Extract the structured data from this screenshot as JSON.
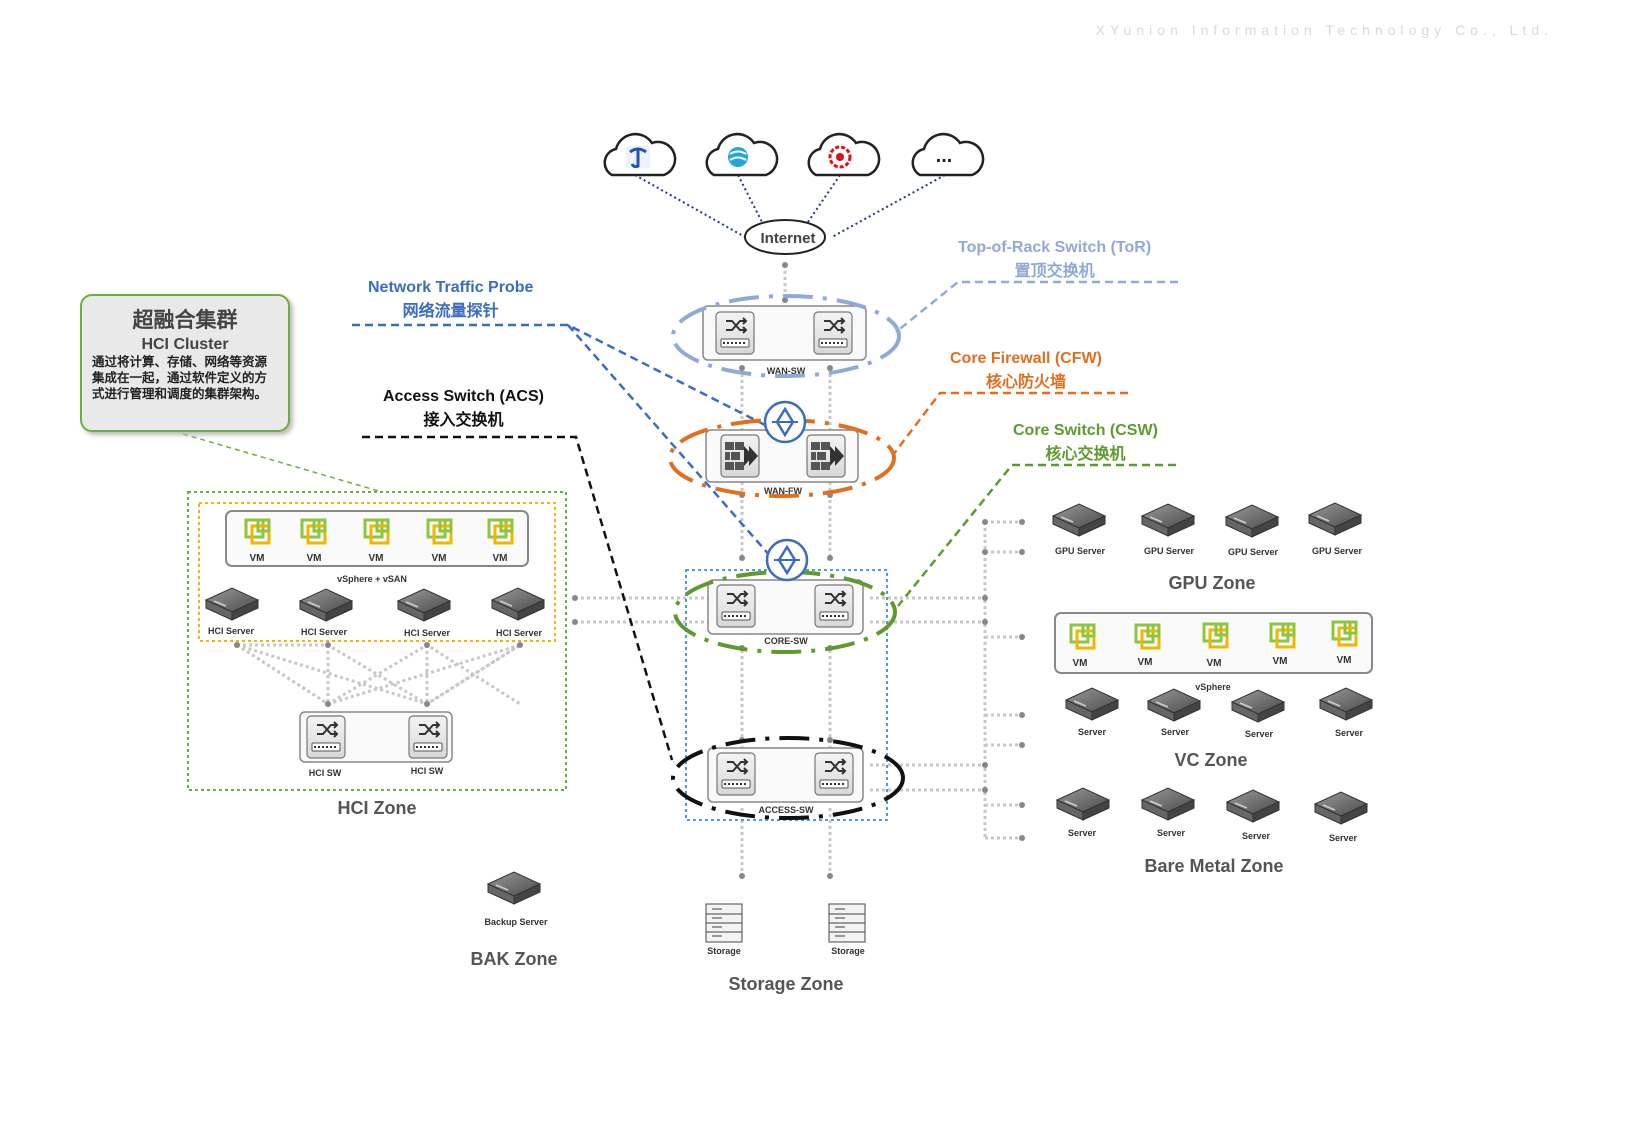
{
  "header": {
    "company": "XYunion Information Technology Co., Ltd."
  },
  "callout": {
    "title_cn": "超融合集群",
    "title_en": "HCI Cluster",
    "description": "通过将计算、存储、网络等资源集成在一起，通过软件定义的方式进行管理和调度的集群架构。"
  },
  "internet": {
    "label": "Internet",
    "providers": [
      "telecom-icon",
      "mobile-icon",
      "unicom-icon",
      "more-icon"
    ],
    "more_label": "..."
  },
  "legend": {
    "probe": {
      "en": "Network Traffic Probe",
      "cn": "网络流量探针",
      "color": "#3a6cc2"
    },
    "tor": {
      "en": "Top-of-Rack Switch (ToR)",
      "cn": "置顶交换机",
      "color": "#8fa9d9"
    },
    "cfw": {
      "en": "Core Firewall (CFW)",
      "cn": "核心防火墙",
      "color": "#e07020"
    },
    "csw": {
      "en": "Core Switch (CSW)",
      "cn": "核心交换机",
      "color": "#5e9a2e"
    },
    "acs": {
      "en": "Access Switch (ACS)",
      "cn": "接入交换机",
      "color": "#111111"
    }
  },
  "devices": {
    "wan_sw": "WAN-SW",
    "wan_fw": "WAN-FW",
    "core_sw": "CORE-SW",
    "access_sw": "ACCESS-SW",
    "hci_sw": [
      "HCI SW",
      "HCI SW"
    ]
  },
  "hci": {
    "zone": "HCI Zone",
    "vms": [
      "VM",
      "VM",
      "VM",
      "VM",
      "VM"
    ],
    "platform": "vSphere + vSAN",
    "servers": [
      "HCI Server",
      "HCI Server",
      "HCI Server",
      "HCI Server"
    ]
  },
  "gpu": {
    "zone": "GPU Zone",
    "servers": [
      "GPU Server",
      "GPU Server",
      "GPU Server",
      "GPU Server"
    ]
  },
  "vc": {
    "zone": "VC Zone",
    "vms": [
      "VM",
      "VM",
      "VM",
      "VM",
      "VM"
    ],
    "platform": "vSphere",
    "servers": [
      "Server",
      "Server",
      "Server",
      "Server"
    ]
  },
  "baremetal": {
    "zone": "Bare Metal Zone",
    "servers": [
      "Server",
      "Server",
      "Server",
      "Server"
    ]
  },
  "bak": {
    "zone": "BAK Zone",
    "server": "Backup Server"
  },
  "storage": {
    "zone": "Storage Zone",
    "units": [
      "Storage",
      "Storage"
    ]
  },
  "colors": {
    "hci_border": "#6fae3e",
    "vsan_border": "#f2b600",
    "core_box": "#3a8fd6",
    "link": "#c8c8c8",
    "vmware_green": "#8cc63f"
  }
}
